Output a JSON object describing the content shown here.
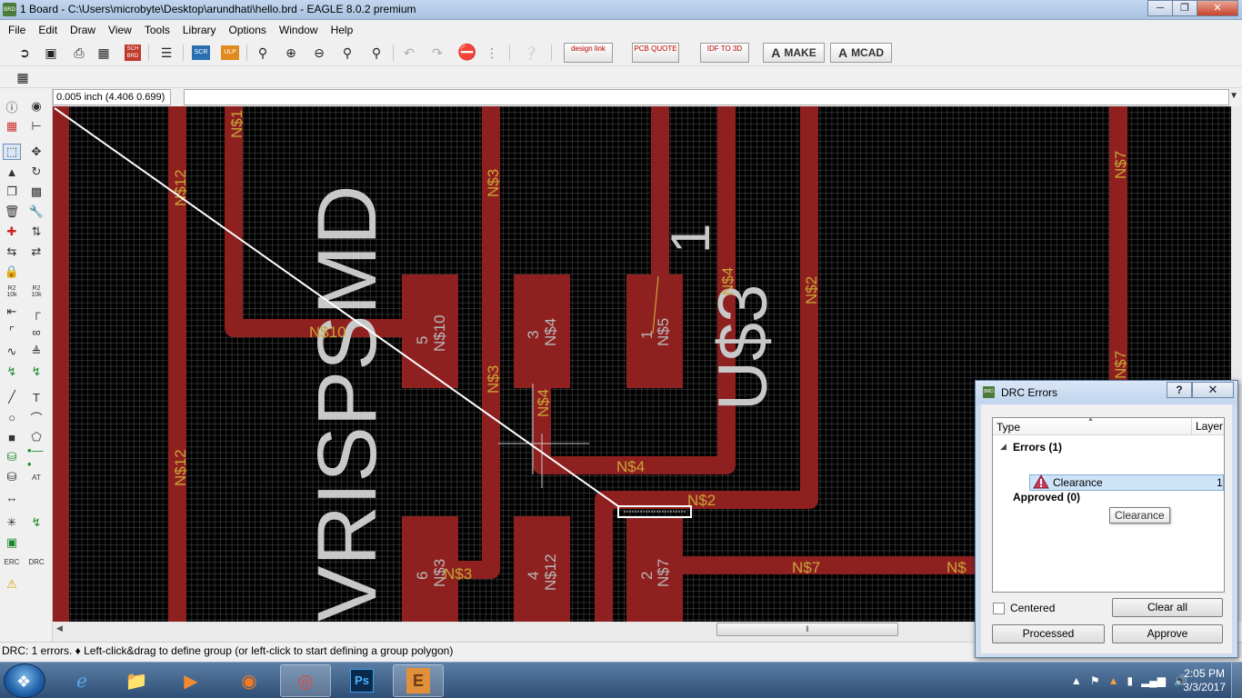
{
  "window": {
    "title": "1 Board - C:\\Users\\microbyte\\Desktop\\arundhati\\hello.brd - EAGLE 8.0.2 premium",
    "app_icon": "BRD"
  },
  "menu": [
    "File",
    "Edit",
    "Draw",
    "View",
    "Tools",
    "Library",
    "Options",
    "Window",
    "Help"
  ],
  "toolbar": {
    "sch_brd": "SCH BRD",
    "scr": "SCR",
    "ulp": "ULP",
    "design_link": "design link",
    "pcb_quote": "PCB QUOTE",
    "idf_to_3d": "IDF TO 3D",
    "make": "MAKE",
    "mcad": "MCAD",
    "make_icon": "A",
    "mcad_icon": "A"
  },
  "coordinate": "0.005 inch (4.406 0.699)",
  "palette": {
    "r2_10k_a": "R2 10k",
    "r2_10k_b": "R2 10k",
    "erc": "ERC",
    "drc": "DRC",
    "text_tool": "T"
  },
  "board": {
    "silk_component": "VRISPSMD",
    "silk_part": "U$3",
    "silk_pin1": "1",
    "signals": {
      "ns1": "N$1",
      "ns12_a": "N$12",
      "ns12_b": "N$12",
      "ns3_a": "N$3",
      "ns3_b": "N$3",
      "ns3_c": "N$3",
      "ns10": "N$10",
      "ns4_a": "N$4",
      "ns4_b": "N$4",
      "ns4_c": "N$4",
      "ns2_a": "N$2",
      "ns2_b": "N$2",
      "ns7_a": "N$7",
      "ns7_b": "N$7",
      "ns7_c": "N$7",
      "ns7_d": "N$"
    },
    "pads": [
      {
        "pin": "5",
        "signal": "N$10"
      },
      {
        "pin": "3",
        "signal": "N$4"
      },
      {
        "pin": "1",
        "signal": "N$5"
      },
      {
        "pin": "6",
        "signal": "N$3"
      },
      {
        "pin": "4",
        "signal": "N$12"
      },
      {
        "pin": "2",
        "signal": "N$7"
      }
    ],
    "colors": {
      "background": "#000000",
      "copper": "#8f2020",
      "label": "#c8a636",
      "silk": "#c8c8c8"
    }
  },
  "status": "DRC: 1 errors.  ♦ Left-click&drag to define group (or left-click to start defining a group polygon)",
  "drc_dialog": {
    "title": "DRC Errors",
    "help": "?",
    "close": "✕",
    "col_type": "Type",
    "col_layer": "Layer",
    "errors_label": "Errors (1)",
    "error_item": "Clearance",
    "error_layer": "1",
    "approved_label": "Approved (0)",
    "tooltip": "Clearance",
    "centered_label": "Centered",
    "clear_all": "Clear all",
    "processed": "Processed",
    "approve": "Approve"
  },
  "taskbar": {
    "time": "2:05 PM",
    "date": "3/3/2017",
    "ps_label": "Ps",
    "eagle_label": "E"
  }
}
